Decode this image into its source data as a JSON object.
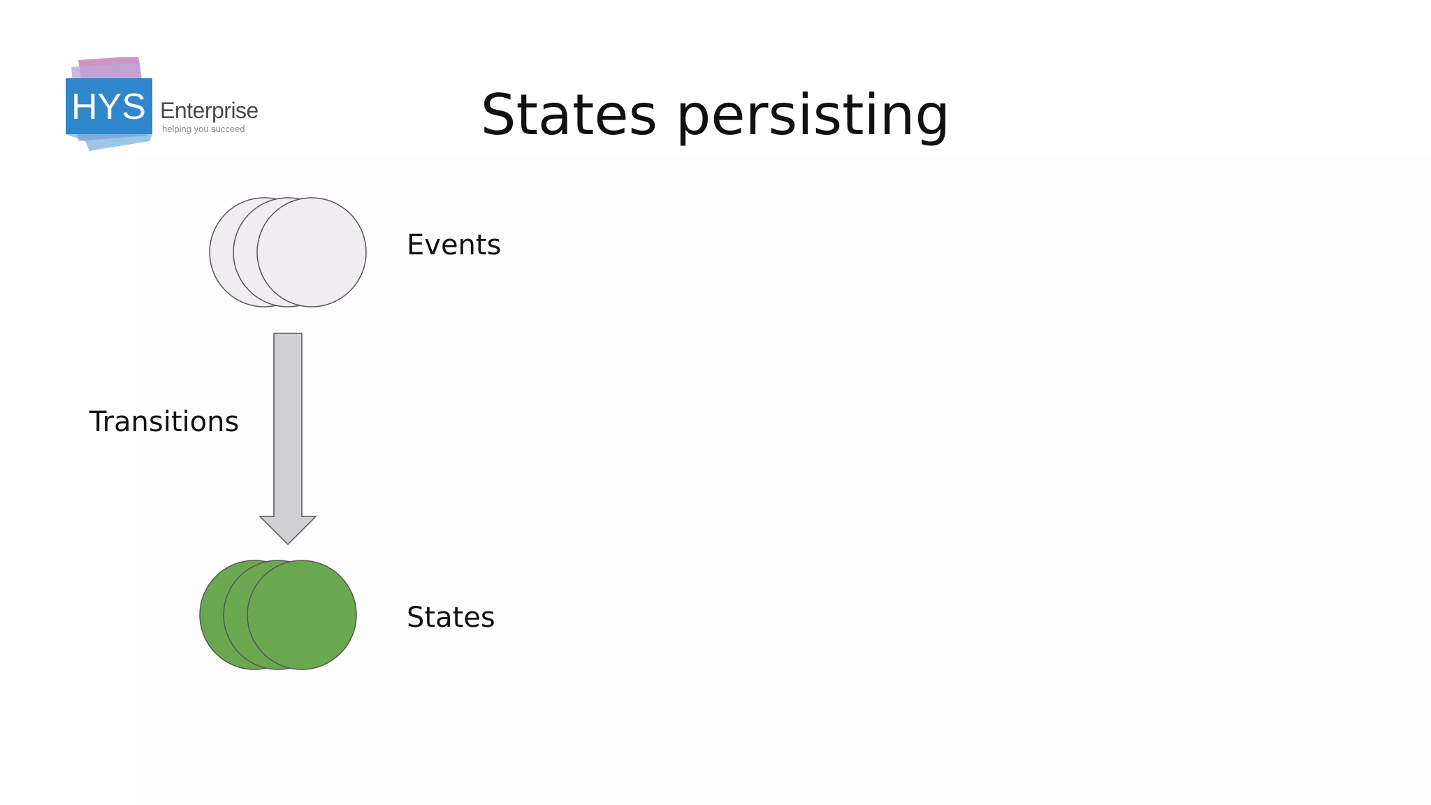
{
  "slide": {
    "title": "States persisting"
  },
  "logo": {
    "mark": "HYS",
    "name": "Enterprise",
    "tagline": "helping you succeed",
    "colors": {
      "blue": "#2f86cc",
      "pink": "#c97fbe",
      "lavender": "#b9a8d8"
    }
  },
  "diagram": {
    "events_label": "Events",
    "transitions_label": "Transitions",
    "states_label": "States",
    "colors": {
      "event_fill": "#efedf0",
      "state_fill": "#6aa84f",
      "arrow_fill": "#d0cfd2",
      "stroke": "#555555"
    }
  }
}
